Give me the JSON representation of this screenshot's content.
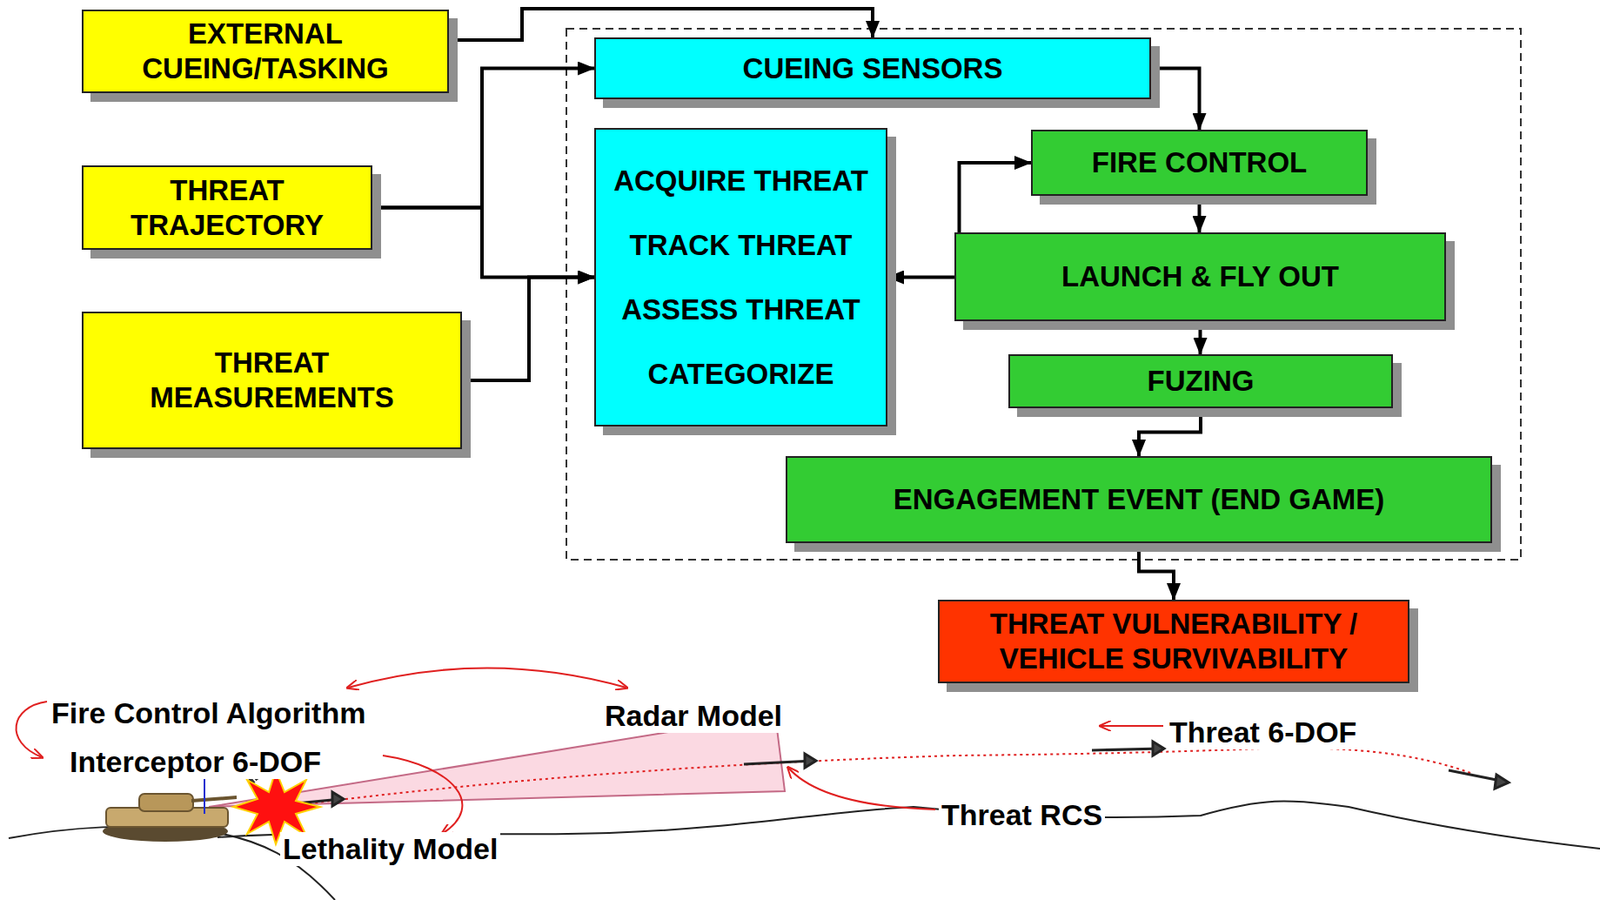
{
  "diagram": {
    "nodes": [
      {
        "text": [
          "EXTERNAL CUEING/TASKING"
        ]
      },
      {
        "text": [
          "THREAT TRAJECTORY"
        ]
      },
      {
        "text": [
          "THREAT MEASUREMENTS"
        ]
      },
      {
        "text": [
          "CUEING SENSORS"
        ]
      },
      {
        "text": [
          "ACQUIRE THREAT",
          "TRACK THREAT",
          "ASSESS THREAT",
          "CATEGORIZE"
        ]
      },
      {
        "text": [
          "FIRE CONTROL"
        ]
      },
      {
        "text": [
          "LAUNCH & FLY OUT"
        ]
      },
      {
        "text": [
          "FUZING"
        ]
      },
      {
        "text": [
          "ENGAGEMENT EVENT (END GAME)"
        ]
      },
      {
        "text": [
          "THREAT VULNERABILITY / VEHICLE SURVIVABILITY"
        ]
      }
    ],
    "edges": [
      {
        "from": 0,
        "to": 3,
        "arrow": "to"
      },
      {
        "from": 1,
        "to": 3,
        "arrow": "to"
      },
      {
        "from": 1,
        "to": 4,
        "arrow": "to"
      },
      {
        "from": 2,
        "to": 4,
        "arrow": "to"
      },
      {
        "from": 3,
        "to": 5,
        "arrow": "to"
      },
      {
        "from": 4,
        "to": 5,
        "arrow": "both"
      },
      {
        "from": 5,
        "to": 6,
        "arrow": "to"
      },
      {
        "from": 6,
        "to": 7,
        "arrow": "to"
      },
      {
        "from": 7,
        "to": 8,
        "arrow": "to"
      },
      {
        "from": 8,
        "to": 9,
        "arrow": "to"
      }
    ],
    "labels": [
      "Fire Control Algorithm",
      "Interceptor 6-DOF",
      "Lethality Model",
      "Radar Model",
      "Threat 6-DOF",
      "Threat RCS"
    ]
  }
}
